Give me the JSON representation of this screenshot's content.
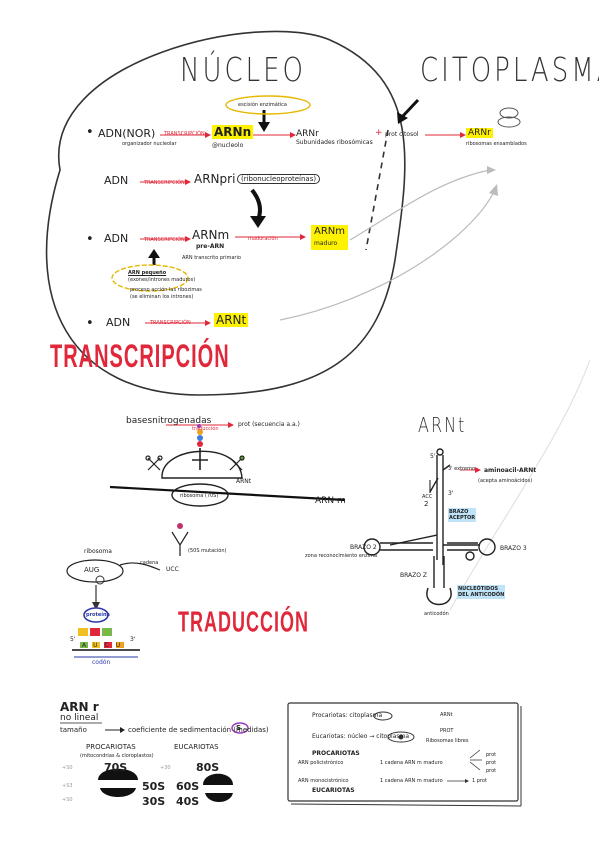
{
  "section1": {
    "nucleo": "NÚCLEO",
    "citoplasma": "CITOPLASMA",
    "transcripcion": "TRANSCRIPCIÓN",
    "row1": {
      "adn": "ADN(NOR)",
      "adn_sub": "organizador nucleolar",
      "arrow": "TRANSCRIPCIÓN",
      "arn": "ARNn",
      "arn_sub": "@nucleolo",
      "bubble": "escisión enzimática",
      "arnr": "ARNr",
      "subunidades": "Subunidades ribosómicas",
      "plus": "+",
      "prot": "prot citosol",
      "arnr_final": "ARNr",
      "ribosomas": "ribosomas ensamblados"
    },
    "row2": {
      "adn": "ADN",
      "arrow": "TRANSCRIPCIÓN",
      "arn": "ARNpri",
      "ribonucleo": "(ribonucleoproteínas)"
    },
    "row3": {
      "adn": "ADN",
      "arrow": "TRANSCRIPCIÓN",
      "arn": "ARNm",
      "pre": "pre-ARN",
      "transcrito": "ARN transcrito primario",
      "maduracion": "maduración",
      "arn_final": "ARNm",
      "maduro": "maduro",
      "bubble1": "ARN pequeño",
      "bubble2": "(exones/intrones maduros)",
      "note1": "proceso acción las ribozimas",
      "note2": "(se eliminan los intrones)"
    },
    "row4": {
      "adn": "ADN",
      "arrow": "TRANSCRIPCIÓN",
      "arn": "ARNt"
    }
  },
  "section2": {
    "bases": "basesnitrogenadas",
    "bases_arrow": "traducción",
    "prot": "prot (secuencia a.a.)",
    "arnt_label": "ARNt",
    "ribosoma_small": "ribosoma (70S)",
    "arnm": "ARN m",
    "traduccion": "TRADUCCIÓN",
    "ribosoma": "ribosoma",
    "aug": "AUG",
    "unidad": "(50S mutación)",
    "ucc": "UCC",
    "codon_text": "cadena",
    "proteina": "proteína",
    "codon": "codón",
    "five": "5'",
    "three": "3'",
    "codon_letters": [
      "A",
      "U",
      "C",
      "U"
    ]
  },
  "arnt": {
    "title": "ARNt",
    "extremo": "3' extremo",
    "aminoacil": "aminoacil-ARNt",
    "note": "(acepta aminoácidos)",
    "cca": "ACC",
    "brazo_aceptor_1": "BRAZO",
    "brazo_aceptor_2": "ACEPTOR",
    "brazo2": "BRAZO 2",
    "brazo2_sub": "zona reconocimiento enzima",
    "brazo3": "BRAZO 3",
    "brazo_z": "BRAZO Z",
    "nucleotidos_1": "NUCLEÓTIDOS",
    "nucleotidos_2": "DEL ANTICODÓN",
    "anticodon": "anticodón",
    "three": "3'",
    "five": "5'",
    "two": "2"
  },
  "section3": {
    "arn_title": "ARN r",
    "no_lineal": "no lineal",
    "tamano": "tamaño",
    "coeficiente": "coeficiente de sedimentación (medidas)",
    "s": "S",
    "procariotas": "PROCARIOTAS",
    "procariotas_sub": "(mitocondrias & cloroplastos)",
    "eucariotas": "EUCARIOTAS",
    "p70": "70S",
    "e80": "80S",
    "p50": "50S",
    "p30": "30S",
    "e60": "60S",
    "e40": "40S",
    "l1": "+S0",
    "l2": "+30",
    "l3": "+S3",
    "l4": "+S0"
  },
  "box": {
    "procariotas_line": "Procariotas: citoplasma",
    "eucariotas_line": "Eucariotas: núcleo → citoplasma",
    "arnt_prot": "ARNt",
    "prot": "PROT",
    "ribosomas": "Ribosomas libres",
    "procariotas_head": "PROCARIOTAS",
    "arn_poli": "ARN policistrónico",
    "poli_desc": "1 cadena ARN m maduro",
    "prot1": "prot",
    "prot2": "prot",
    "prot3": "prot",
    "arn_mono": "ARN monocistrónico",
    "mono_desc": "1 cadena ARN m maduro",
    "one_prot": "1 prot",
    "eucariotas_head": "EUCARIOTAS"
  }
}
